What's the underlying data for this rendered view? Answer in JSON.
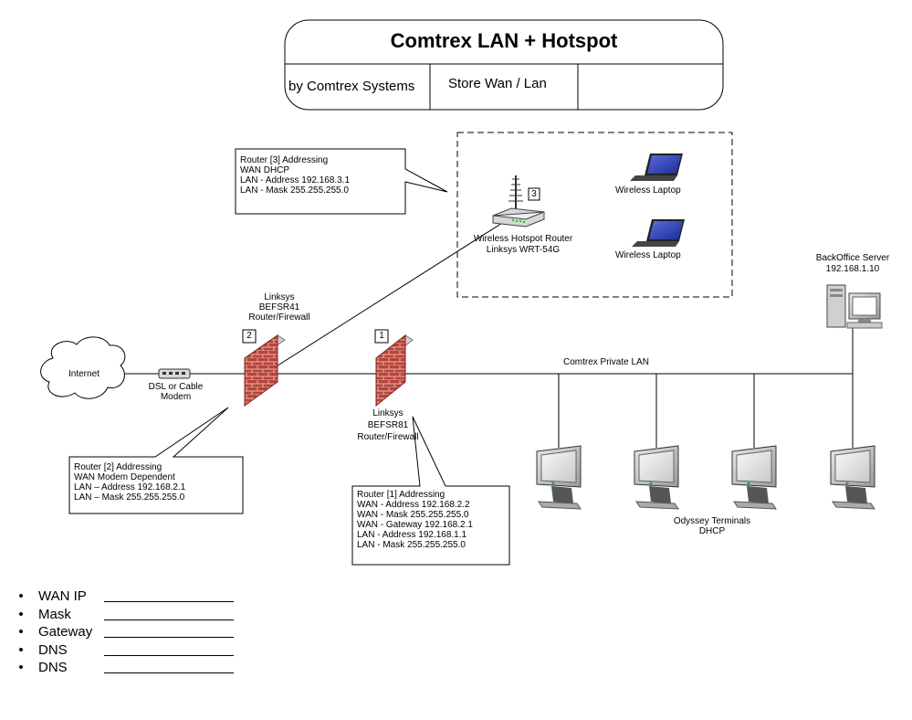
{
  "header": {
    "title": "Comtrex LAN + Hotspot",
    "author": "by Comtrex Systems",
    "document": "Store  Wan / Lan",
    "extra": ""
  },
  "internet": {
    "label": "Internet"
  },
  "modem": {
    "line1": "DSL or Cable",
    "line2": "Modem"
  },
  "router2": {
    "badge": "2",
    "line1": "Linksys",
    "line2": "BEFSR41",
    "line3": "Router/Firewall",
    "callout": [
      "Router [2] Addressing",
      "WAN  Modem Dependent",
      "LAN – Address 192.168.2.1",
      "LAN – Mask  255.255.255.0"
    ]
  },
  "router1": {
    "badge": "1",
    "line1": "Linksys",
    "line2": "BEFSR81",
    "line3": "Router/Firewall",
    "callout": [
      "Router [1] Addressing",
      "WAN - Address 192.168.2.2",
      "WAN - Mask 255.255.255.0",
      "WAN - Gateway 192.168.2.1",
      "LAN - Address 192.168.1.1",
      "LAN - Mask 255.255.255.0"
    ]
  },
  "router3": {
    "badge": "3",
    "line1": "Wireless Hotspot Router",
    "line2": "Linksys WRT-54G",
    "callout": [
      "Router [3] Addressing",
      "WAN  DHCP",
      "LAN - Address 192.168.3.1",
      "LAN - Mask 255.255.255.0"
    ]
  },
  "laptops": [
    {
      "label": "Wireless Laptop"
    },
    {
      "label": "Wireless Laptop"
    }
  ],
  "lan": {
    "label": "Comtrex Private LAN"
  },
  "server": {
    "line1": "BackOffice Server",
    "line2": "192.168.1.10"
  },
  "terminals": {
    "line1": "Odyssey Terminals",
    "line2": "DHCP"
  },
  "fields": [
    {
      "label": "WAN IP"
    },
    {
      "label": "Mask"
    },
    {
      "label": "Gateway"
    },
    {
      "label": "DNS"
    },
    {
      "label": "DNS"
    }
  ]
}
